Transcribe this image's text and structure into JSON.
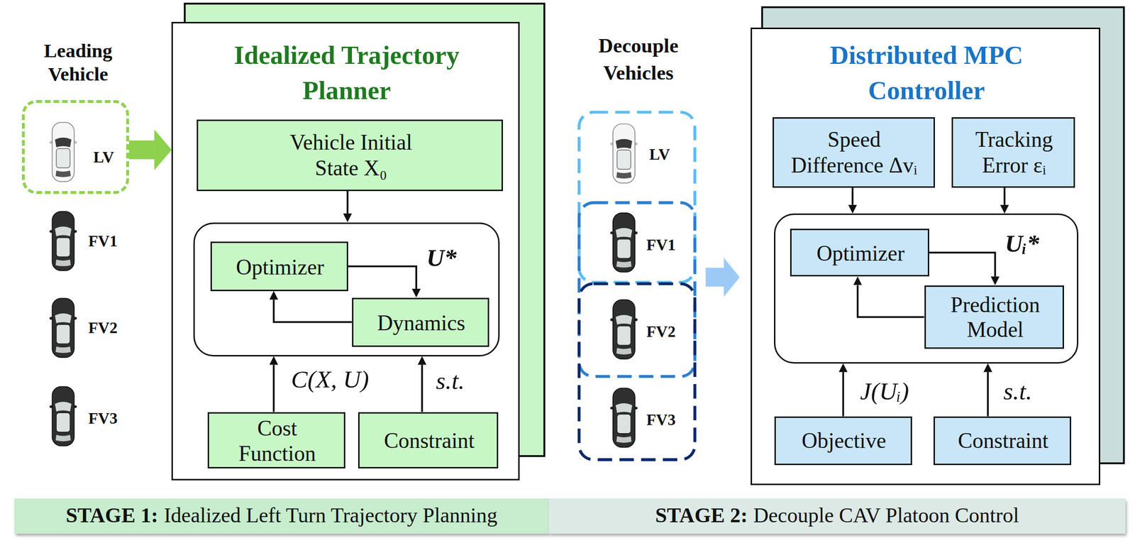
{
  "diagram": {
    "nodes": [
      {
        "text": [
          "Leading Vehicle",
          "LV"
        ]
      },
      {
        "text": [
          "Idealized Trajectory Planner"
        ]
      },
      {
        "text": [
          "Vehicle Initial State X₀"
        ],
        "in": 1
      },
      {
        "text": [],
        "in": 1
      },
      {
        "text": [
          "Optimizer"
        ],
        "in": 3
      },
      {
        "text": [
          "Dynamics"
        ],
        "in": 3
      },
      {
        "text": [
          "Cost Function"
        ],
        "in": 1
      },
      {
        "text": [
          "Constraint"
        ],
        "in": 1
      },
      {
        "text": [
          "Distributed MPC Controller"
        ]
      },
      {
        "text": [
          "Speed Difference Δvᵢ"
        ],
        "in": 8
      },
      {
        "text": [
          "Tracking Error εᵢ"
        ],
        "in": 8
      },
      {
        "text": [],
        "in": 8
      },
      {
        "text": [
          "Optimizer"
        ],
        "in": 11
      },
      {
        "text": [
          "Prediction Model"
        ],
        "in": 11
      },
      {
        "text": [
          "Objective"
        ],
        "in": 8
      },
      {
        "text": [
          "Constraint"
        ],
        "in": 8
      },
      {
        "text": [
          "STAGE 1:",
          "Idealized Left Turn Trajectory Planning"
        ]
      },
      {
        "text": [
          "STAGE 2:",
          "Decouple CAV Platoon Control"
        ]
      }
    ],
    "edges": [
      {
        "from": 0,
        "to": 1,
        "arrow": "to"
      },
      {
        "from": 2,
        "to": 3,
        "arrow": "to"
      },
      {
        "from": 4,
        "to": 5,
        "label": "U*",
        "arrow": "to"
      },
      {
        "from": 5,
        "to": 4,
        "arrow": "to"
      },
      {
        "from": 6,
        "to": 3,
        "label": "C(X, U)",
        "arrow": "to"
      },
      {
        "from": 7,
        "to": 3,
        "label": "s.t.",
        "arrow": "to"
      },
      {
        "from": 9,
        "to": 11,
        "arrow": "to"
      },
      {
        "from": 10,
        "to": 11,
        "arrow": "to"
      },
      {
        "from": 12,
        "to": 13,
        "label": "Uᵢ*",
        "arrow": "to"
      },
      {
        "from": 13,
        "to": 12,
        "arrow": "to"
      },
      {
        "from": 14,
        "to": 11,
        "label": "J(Uᵢ)",
        "arrow": "to"
      },
      {
        "from": 15,
        "to": 11,
        "label": "s.t.",
        "arrow": "to"
      }
    ],
    "labels": [
      "FV1",
      "FV2",
      "FV3",
      "Decouple Vehicles",
      "LV",
      "FV1",
      "FV2",
      "FV3"
    ]
  }
}
